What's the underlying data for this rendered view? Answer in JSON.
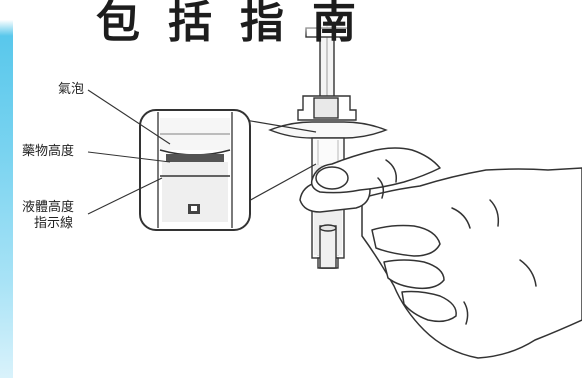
{
  "header": {
    "text": "包括指南"
  },
  "callouts": {
    "bubble": "氣泡",
    "medicine_level": "藥物高度",
    "indicator_line_1": "液體高度",
    "indicator_line_2": "指示線"
  },
  "colors": {
    "sidebar_gradient_top": "#4fc4ea",
    "line_art": "#333333"
  }
}
